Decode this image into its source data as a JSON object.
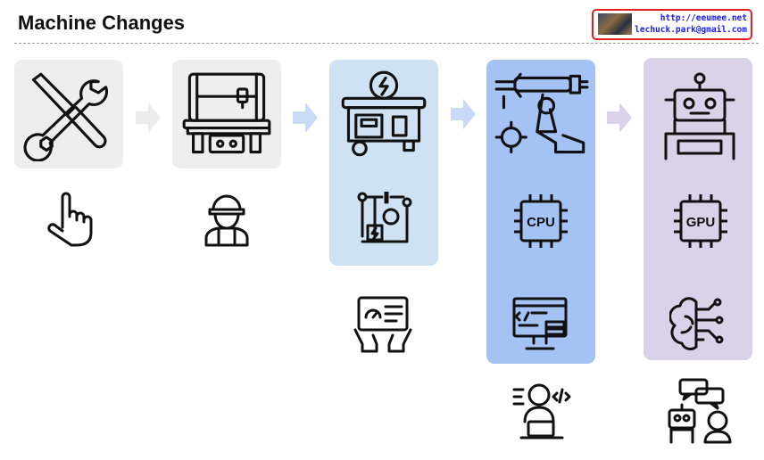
{
  "header": {
    "title": "Machine Changes",
    "badge_url": "http://eeumee.net",
    "badge_email": "lechuck.park@gmail.com"
  },
  "columns": [
    {
      "bg": "#eeeeee",
      "icons": [
        "tools-icon",
        "hand-pointer-icon"
      ]
    },
    {
      "bg": "#eeeeee",
      "icons": [
        "cnc-machine-icon",
        "engineer-icon"
      ]
    },
    {
      "bg": "#cfe2f3",
      "icons": [
        "generator-icon",
        "circuit-icon",
        "tablet-dashboard-icon"
      ]
    },
    {
      "bg": "#a4c2f4",
      "icons": [
        "robot-arm-icon",
        "cpu-icon",
        "code-monitor-icon",
        "developer-icon"
      ]
    },
    {
      "bg": "#d9d2e9",
      "icons": [
        "robot-icon",
        "gpu-icon",
        "ai-brain-icon",
        "robot-human-chat-icon"
      ]
    }
  ],
  "chips": {
    "cpu": "CPU",
    "gpu": "GPU"
  },
  "arrow_colors": [
    "#ebebeb",
    "#c9daf8",
    "#c9daf8",
    "#d9d2e9"
  ]
}
